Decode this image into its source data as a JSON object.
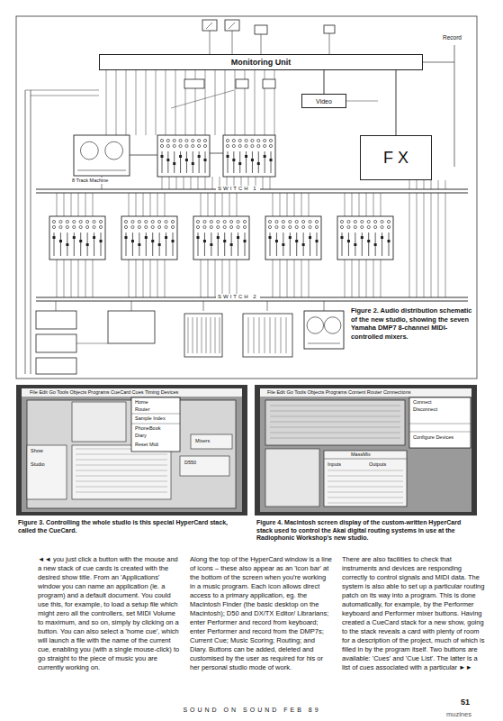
{
  "diagram": {
    "nodes": [
      {
        "text": [
          "Monitoring Unit"
        ]
      },
      {
        "text": [
          "Video"
        ]
      },
      {
        "text": [
          "F X"
        ]
      }
    ],
    "edges": [
      {
        "from": 0,
        "to": 1,
        "arrow": "none"
      },
      {
        "from": 0,
        "to": 2,
        "arrow": "none"
      }
    ],
    "labels": [
      "Record",
      "SWITCH 1",
      "SWITCH 2",
      "8 Track Machine",
      "Figure 2. Audio distribution schematic of the new studio, showing the seven Yamaha DMP7 8-channel MIDI-controlled mixers.",
      "File Edit Go Tools Objects Programs CueCard Cues Timing Devices",
      "Home",
      "Router",
      "Sample Index",
      "PhoneBook",
      "Diary",
      "Reset Midi",
      "Show",
      "Studio",
      "D550",
      "Mixers",
      "File Edit Go Tools Objects Programs Content Router Connections",
      "Connect",
      "Disconnect",
      "Configure Devices",
      "MassMix",
      "Inputs",
      "Outputs",
      "Figure 3. Controlling the whole studio is this special HyperCard stack, called the CueCard.",
      "Figure 4. Macintosh screen display of the custom-written HyperCard stack used to control the Akai digital routing systems in use at the Radiophonic Workshop's new studio.",
      "◄◄ you just click a button with the mouse and a new stack of cue cards is created with the desired show title. From an 'Applications' window you can name an application (ie. a program) and a default document. You could use this, for example, to load a setup file which might zero all the controllers, set MIDI Volume to maximum, and so on, simply by clicking on a button. You can also select a 'home cue', which will launch a file with the name of the current cue, enabling you (with a single mouse-click) to go straight to the piece of music you are currently working on.",
      "Along the top of the HyperCard window is a line of icons – these also appear as an 'icon bar' at the bottom of the screen when you're working in a music program. Each icon allows direct access to a primary application, eg. the Macintosh Finder (the basic desktop on the Macintosh); D50 and DX/TX Editor/ Librarians; enter Performer and record from keyboard; enter Performer and record from the DMP7s; Current Cue; Music Scoring; Routing; and Diary. Buttons can be added, deleted and customised by the user as required for his or her personal studio mode of work.",
      "There are also facilities to check that instruments and devices are responding correctly to control signals and MIDI data. The system is also able to set up a particular routing patch on its way into a program. This is done automatically, for example, by the Performer keyboard and Performer mixer buttons. Having created a CueCard stack for a new show, going to the stack reveals a card with plenty of room for a description of the project, much of which is filled in by the program itself. Two buttons are available: 'Cues' and 'Cue List'. The latter is a list of cues associated with a particular ►►",
      "SOUND ON SOUND FEB 89",
      "51",
      "muzines"
    ]
  }
}
